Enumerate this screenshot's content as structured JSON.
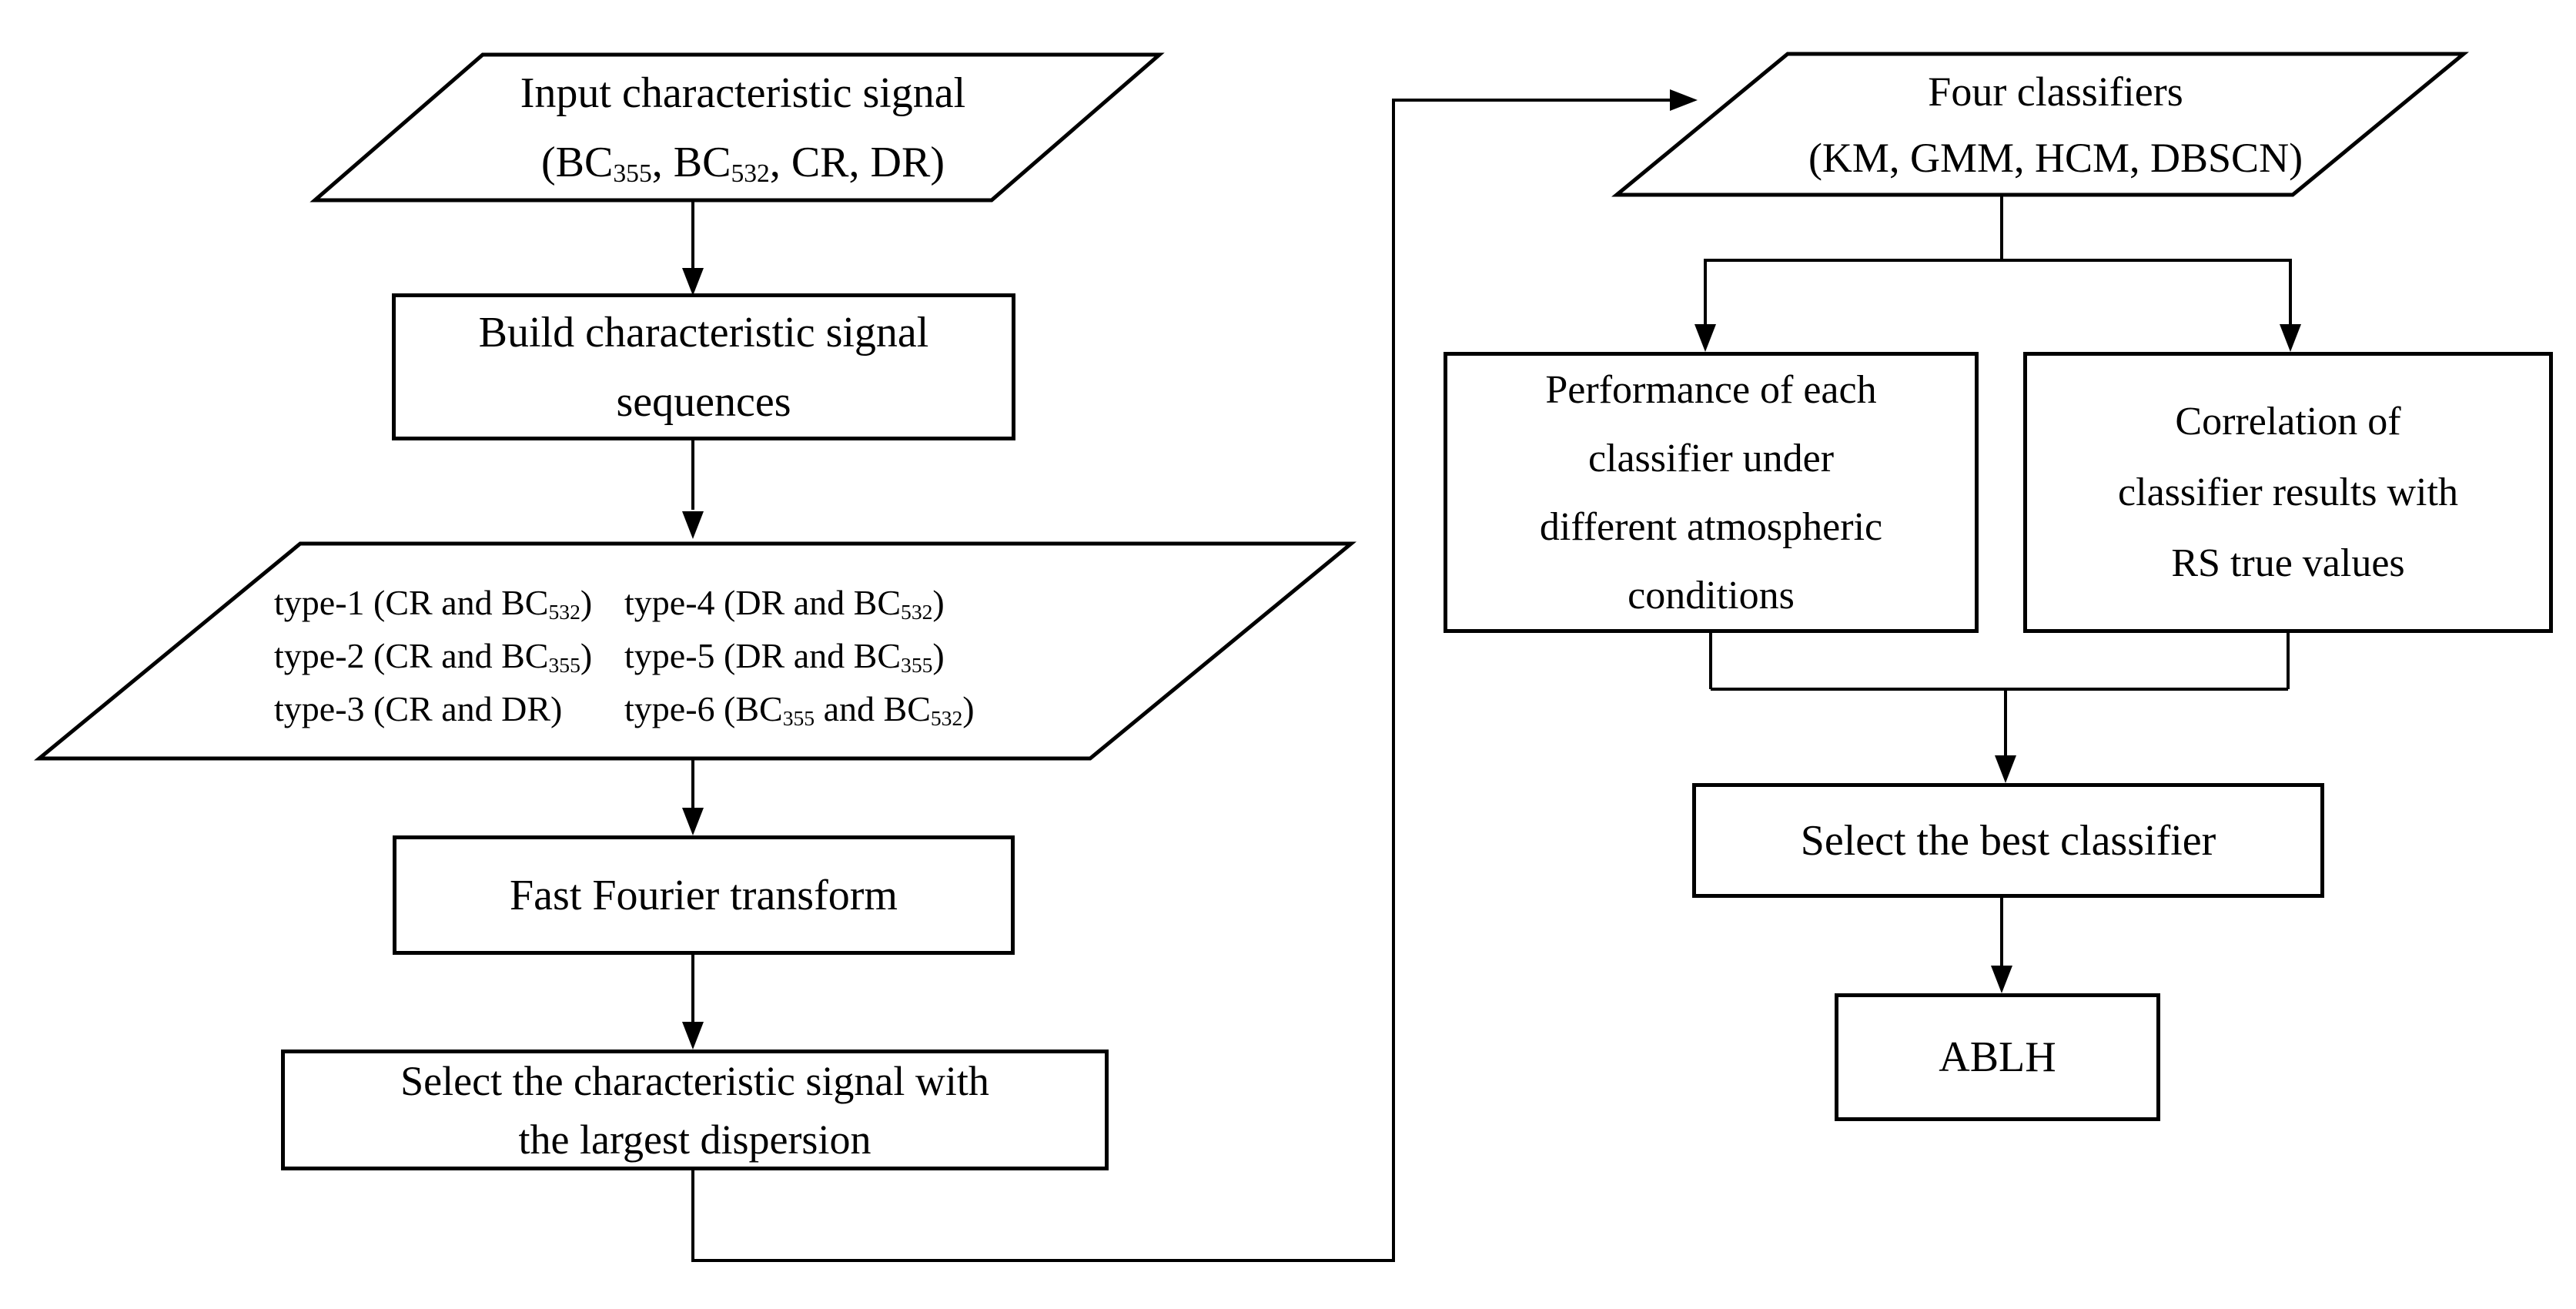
{
  "diagram": {
    "colors": {
      "stroke": "#000000",
      "fill": "#ffffff",
      "text": "#000000"
    },
    "nodes": {
      "input_signal": {
        "shape": "parallelogram",
        "line1": "Input characteristic signal",
        "line2": [
          {
            "t": "(BC"
          },
          {
            "t": "355",
            "sub": true
          },
          {
            "t": ", BC"
          },
          {
            "t": "532",
            "sub": true
          },
          {
            "t": ", CR, DR)"
          }
        ]
      },
      "build_sequences": {
        "shape": "rectangle",
        "line1": "Build characteristic signal",
        "line2": "sequences"
      },
      "signal_types": {
        "shape": "parallelogram",
        "rows": [
          {
            "c1": [
              {
                "t": "type-1 (CR and BC"
              },
              {
                "t": "532",
                "sub": true
              },
              {
                "t": ")"
              }
            ],
            "c2": [
              {
                "t": "type-4 (DR and BC"
              },
              {
                "t": "532",
                "sub": true
              },
              {
                "t": ")"
              }
            ]
          },
          {
            "c1": [
              {
                "t": "type-2 (CR and BC"
              },
              {
                "t": "355",
                "sub": true
              },
              {
                "t": ")"
              }
            ],
            "c2": [
              {
                "t": "type-5 (DR and BC"
              },
              {
                "t": "355",
                "sub": true
              },
              {
                "t": ")"
              }
            ]
          },
          {
            "c1": [
              {
                "t": "type-3 (CR and DR)"
              }
            ],
            "c2": [
              {
                "t": "type-6 (BC"
              },
              {
                "t": "355",
                "sub": true
              },
              {
                "t": " and BC"
              },
              {
                "t": "532",
                "sub": true
              },
              {
                "t": ")"
              }
            ]
          }
        ]
      },
      "fft": {
        "shape": "rectangle",
        "label": "Fast Fourier transform"
      },
      "select_signal": {
        "shape": "rectangle",
        "line1": "Select the characteristic signal with",
        "line2": "the largest dispersion"
      },
      "four_classifiers": {
        "shape": "parallelogram",
        "line1": "Four classifiers",
        "line2": "(KM, GMM, HCM, DBSCN)"
      },
      "performance": {
        "shape": "rectangle",
        "lines": [
          "Performance of each",
          "classifier under",
          "different atmospheric",
          "conditions"
        ]
      },
      "correlation": {
        "shape": "rectangle",
        "lines": [
          "Correlation of",
          "classifier results with",
          "RS true values"
        ]
      },
      "select_best": {
        "shape": "rectangle",
        "label": "Select the best classifier"
      },
      "ablh": {
        "shape": "rectangle",
        "label": "ABLH"
      }
    },
    "edges": [
      {
        "from": "input_signal",
        "to": "build_sequences"
      },
      {
        "from": "build_sequences",
        "to": "signal_types"
      },
      {
        "from": "signal_types",
        "to": "fft"
      },
      {
        "from": "fft",
        "to": "select_signal"
      },
      {
        "from": "select_signal",
        "to": "four_classifiers"
      },
      {
        "from": "four_classifiers",
        "to": "performance"
      },
      {
        "from": "four_classifiers",
        "to": "correlation"
      },
      {
        "from": "performance",
        "to": "select_best"
      },
      {
        "from": "correlation",
        "to": "select_best"
      },
      {
        "from": "select_best",
        "to": "ablh"
      }
    ]
  }
}
